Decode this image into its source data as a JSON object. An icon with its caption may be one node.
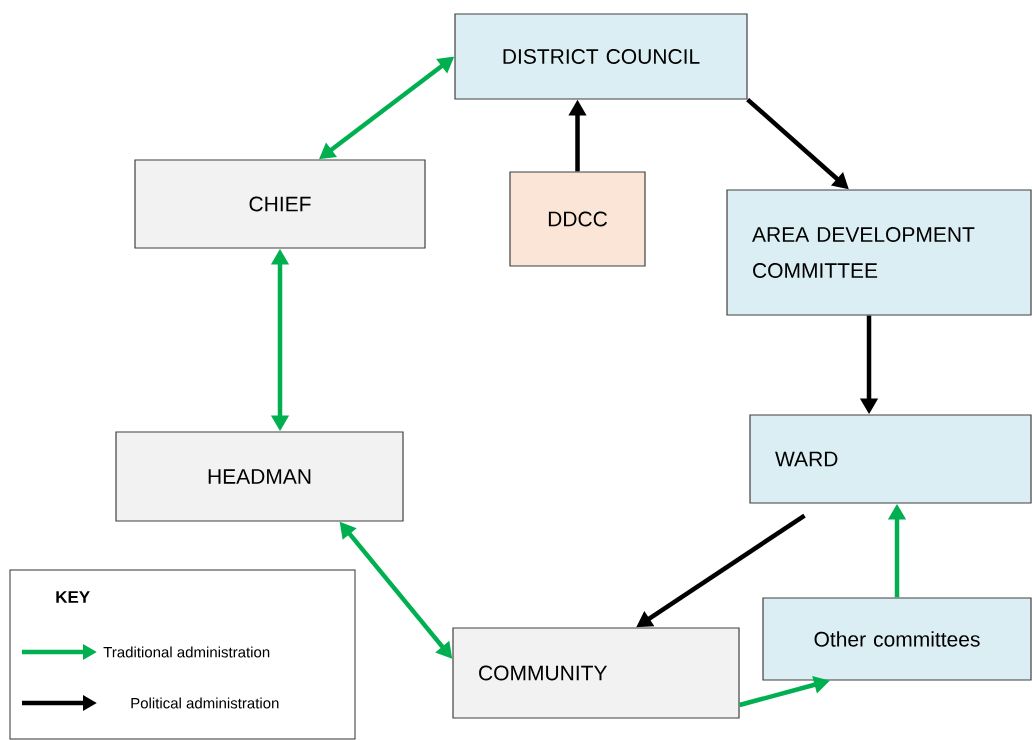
{
  "diagram": {
    "nodes": [
      {
        "text": [
          "DISTRICT COUNCIL"
        ]
      },
      {
        "text": [
          "CHIEF"
        ]
      },
      {
        "text": [
          "DDCC"
        ]
      },
      {
        "text": [
          "AREA DEVELOPMENT COMMITTEE"
        ]
      },
      {
        "text": [
          "HEADMAN"
        ]
      },
      {
        "text": [
          "WARD"
        ]
      },
      {
        "text": [
          "COMMUNITY"
        ]
      },
      {
        "text": [
          "Other committees"
        ]
      }
    ],
    "edges": [
      {
        "from": 0,
        "to": 1,
        "arrow": "both"
      },
      {
        "from": 1,
        "to": 4,
        "arrow": "both"
      },
      {
        "from": 2,
        "to": 0,
        "arrow": "to",
        "color": "#000000"
      },
      {
        "from": 0,
        "to": 3,
        "arrow": "to",
        "color": "#000000"
      },
      {
        "from": 3,
        "to": 5,
        "arrow": "to",
        "color": "#000000"
      },
      {
        "from": 5,
        "to": 6,
        "arrow": "to",
        "color": "#000000"
      },
      {
        "from": 6,
        "to": 4,
        "arrow": "both"
      },
      {
        "from": 6,
        "to": 7,
        "arrow": "to"
      },
      {
        "from": 7,
        "to": 5,
        "arrow": "to"
      }
    ],
    "labels": [
      "KEY"
    ],
    "legend": [
      {
        "text": "Traditional administration"
      },
      {
        "text": "Political administration"
      }
    ]
  }
}
